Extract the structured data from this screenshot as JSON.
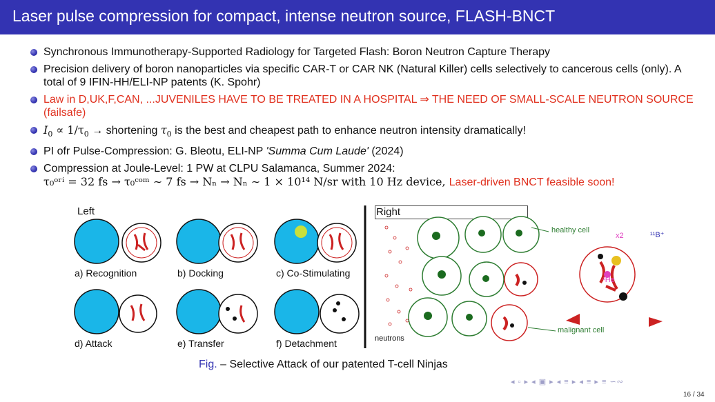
{
  "title": "Laser pulse compression for compact, intense neutron source, FLASH-BNCT",
  "bullets": {
    "b1": "Synchronous Immunotherapy-Supported Radiology for Targeted Flash: Boron Neutron Capture Therapy",
    "b2": "Precision delivery of boron nanoparticles via specific CAR-T or CAR NK (Natural Killer) cells selectively to cancerous cells (only). A total of 9 IFIN-HH/ELI-NP patents (K. Spohr)",
    "b3": "Law in D,UK,F,CAN, ...JUVENILES HAVE TO BE TREATED IN A HOSPITAL ⇒ THE NEED OF SMALL-SCALE NEUTRON SOURCE (failsafe)",
    "b4_math": "I",
    "b4_sub0": "0",
    "b4_prop": " ∝ 1/τ",
    "b4_sub1": "0",
    "b4_mid": " → shortening ",
    "b4_tau": "τ",
    "b4_sub2": "0",
    "b4_rest": " is the best and cheapest path to enhance neutron intensity dramatically!",
    "b5_pre": "PI ofr Pulse-Compression: G. Bleotu, ELI-NP ",
    "b5_italic": "'Summa Cum Laude'",
    "b5_post": " (2024)",
    "b6_line1": "Compression at Joule-Level: 1 PW at CLPU Salamanca, Summer 2024:",
    "b6_line2": "τ₀ᵒʳⁱ = 32 fs → τ₀ᶜᵒᵐ ∼ 7 fs → Nₙ → Nₙ ∼ 1 × 10¹⁴ N/sr with 10 Hz device, ",
    "b6_red": "Laser-driven BNCT feasible soon!"
  },
  "figure": {
    "left_label": "Left",
    "right_label": "Right",
    "panels": [
      "a) Recognition",
      "b) Docking",
      "c) Co-Stimulating",
      "d) Attack",
      "e) Transfer",
      "f) Detachment"
    ],
    "healthy_cell": "healthy cell",
    "malignant_cell": "malignant cell",
    "neutrons": "neutrons",
    "x2": "x2",
    "b11": "¹¹B⁺",
    "he4": "⁴He"
  },
  "caption": {
    "fig": "Fig.",
    "text": " – Selective Attack of our patented T-cell Ninjas"
  },
  "page_number": "16 / 34",
  "colors": {
    "title_bar": "#3333b2",
    "emphasis_red": "#e0301e",
    "tcell": "#1ab6e8",
    "cancer_red": "#cc2222",
    "healthy_green": "#2e7d32"
  }
}
